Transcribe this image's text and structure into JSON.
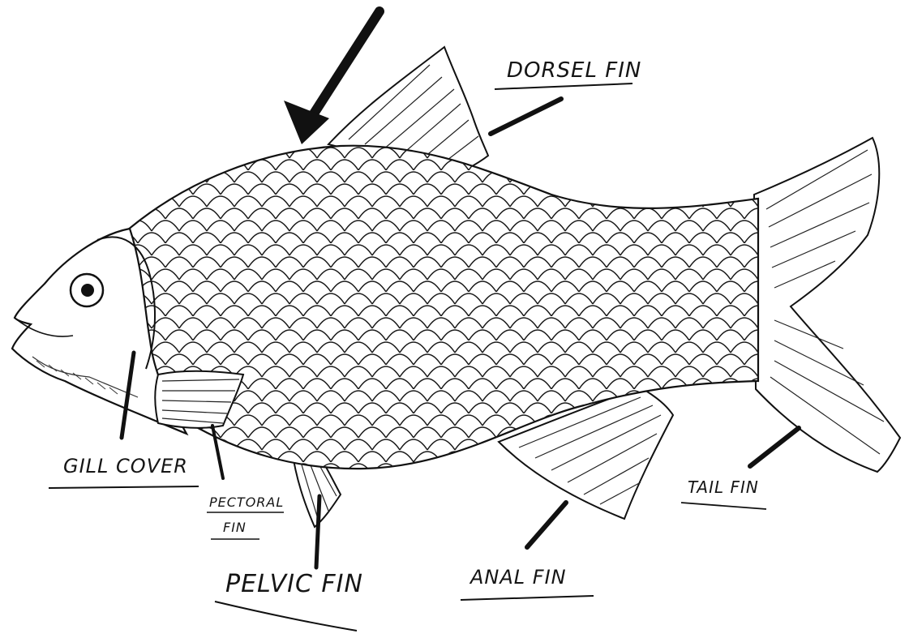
{
  "labels": {
    "dorsal_fin": "DORSEL FIN",
    "gill_cover": "GILL COVER",
    "pectoral_fin_line1": "PECTORAL",
    "pectoral_fin_line2": "FIN",
    "pelvic_fin": "PELVIC FIN",
    "anal_fin": "ANAL FIN",
    "tail_fin": "TAIL FIN"
  },
  "colors": {
    "ink": "#111111",
    "paper": "#ffffff"
  }
}
